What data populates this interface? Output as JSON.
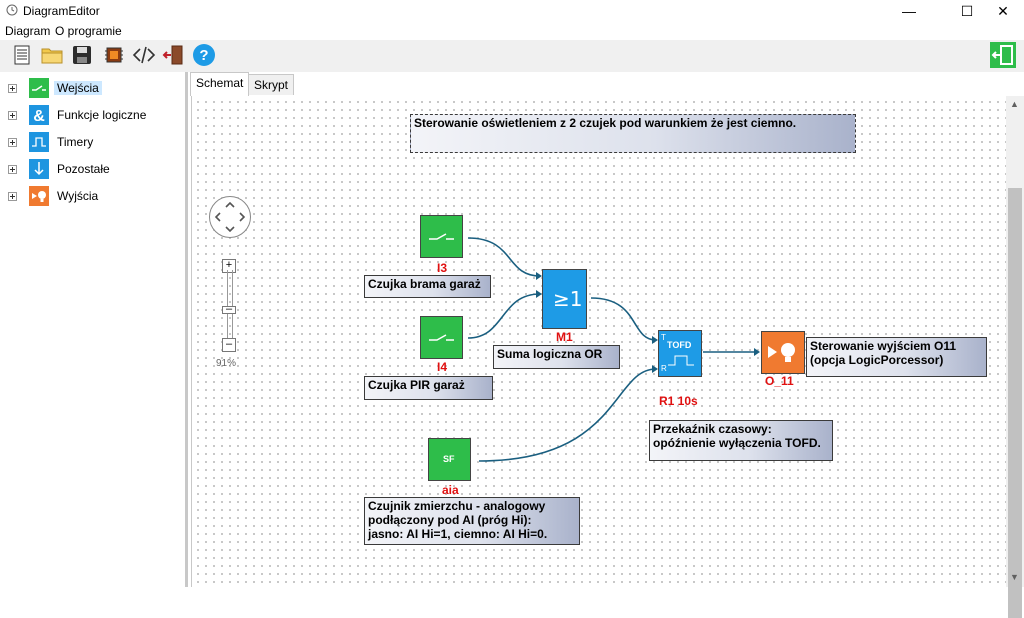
{
  "window": {
    "title": "DiagramEditor",
    "minimize": "—",
    "maximize": "☐",
    "close": "✕"
  },
  "menu": [
    "Diagram",
    "O programie"
  ],
  "tree": [
    {
      "label": "Wejścia",
      "icon": "switch-icon",
      "color": "#2ebd4a"
    },
    {
      "label": "Funkcje logiczne",
      "icon": "ampersand-icon",
      "color": "#1e95e0"
    },
    {
      "label": "Timery",
      "icon": "timer-icon",
      "color": "#1e95e0"
    },
    {
      "label": "Pozostałe",
      "icon": "misc-icon",
      "color": "#1e95e0"
    },
    {
      "label": "Wyjścia",
      "icon": "bulb-icon",
      "color": "#f07a30"
    }
  ],
  "tabs": [
    "Schemat",
    "Skrypt"
  ],
  "zoom": "91%",
  "diagram": {
    "title_note": "Sterowanie oświetleniem z 2 czujek pod warunkiem że jest ciemno.",
    "i3": {
      "label": "I3",
      "note": "Czujka brama garaż"
    },
    "i4": {
      "label": "I4",
      "note": "Czujka PIR garaż"
    },
    "m1": {
      "label": "M1",
      "symbol": "≥1",
      "note": "Suma logiczna OR"
    },
    "r1": {
      "label": "R1 10s",
      "symbol": "TOFD",
      "pin_t": "T",
      "pin_r": "R",
      "note": "Przekaźnik czasowy:\nopóźnienie wyłączenia TOFD."
    },
    "o11": {
      "label": "O_11",
      "note": "Sterowanie wyjściem O11\n(opcja LogicPorcessor)"
    },
    "aia": {
      "label": "aia",
      "symbol": "SF",
      "note": "Czujnik zmierzchu - analogowy\npodłączony pod AI (próg Hi):\njasno: AI Hi=1, ciemno: AI Hi=0."
    }
  },
  "colors": {
    "input_green": "#2ebd4a",
    "logic_blue": "#1e9be6",
    "output_orange": "#f07a30",
    "wire": "#1a5f80",
    "label_red": "#e01010"
  }
}
